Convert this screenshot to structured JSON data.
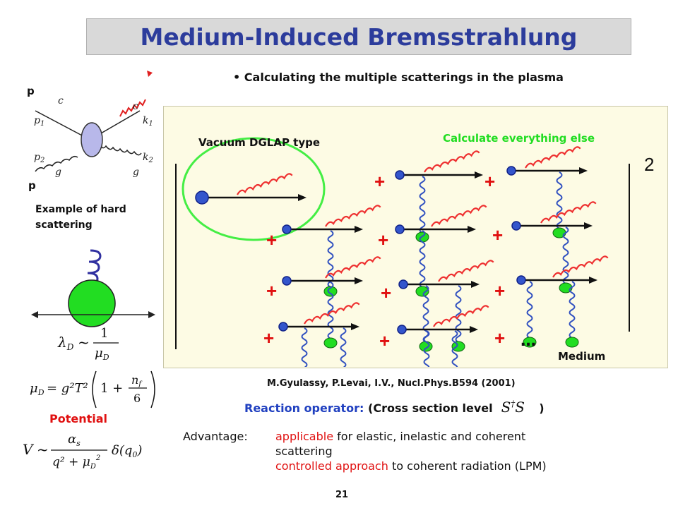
{
  "slide": {
    "title": "Medium-Induced Bremsstrahlung",
    "bullet": "Calculating the multiple scatterings in the plasma",
    "page_number": "21"
  },
  "hard_scattering": {
    "p_top": "p",
    "p_bottom": "p",
    "c_in": "c",
    "c_out": "c",
    "p1": "p",
    "p1_sub": "1",
    "p2": "p",
    "p2_sub": "2",
    "k1": "k",
    "k1_sub": "1",
    "k2": "k",
    "k2_sub": "2",
    "g_in": "g",
    "g_out": "g",
    "caption_line1": "Example of hard",
    "caption_line2": "scattering"
  },
  "potential": {
    "label": "Potential",
    "debye_lambda": "λ",
    "debye_lambda_sub": "D",
    "debye_mu": "μ",
    "debye_mu_sub": "D",
    "tilde": "~",
    "one": "1",
    "mu_eq_lhs": "μ",
    "mu_eq_rhs": "= g²T²",
    "one_plus": "1 +",
    "nf": "n",
    "nf_sub": "f",
    "six": "6",
    "v": "V",
    "alpha": "α",
    "alpha_sub": "s",
    "q_denom": "q² + μ",
    "delta": "δ(q",
    "delta_sub": "0",
    "close": ")"
  },
  "panel": {
    "vacuum_label": "Vacuum DGLAP type",
    "calc_label": "Calculate everything else",
    "superscript_2": "2",
    "plus": "+",
    "ellipsis": "…",
    "medium_label": "Medium"
  },
  "reference": "M.Gyulassy, P.Levai, I.V., Nucl.Phys.B594 (2001)",
  "reaction": {
    "label_blue": "Reaction operator:",
    "label_black": "(Cross section level",
    "operator": "S",
    "dagger": "†",
    "operator2": "S",
    "close": ")"
  },
  "advantage": {
    "label": "Advantage:",
    "red1": "applicable",
    "text1": "for elastic, inelastic and coherent",
    "text1b": "scattering",
    "red2": "controlled approach",
    "text2": "to coherent radiation (LPM)"
  },
  "colors": {
    "title": "#2c3c9c",
    "accent_red": "#e01010",
    "accent_green": "#22dd22",
    "accent_blue": "#2040c0",
    "panel_bg": "#fdfbe4",
    "title_bg": "#d9d9d9"
  }
}
